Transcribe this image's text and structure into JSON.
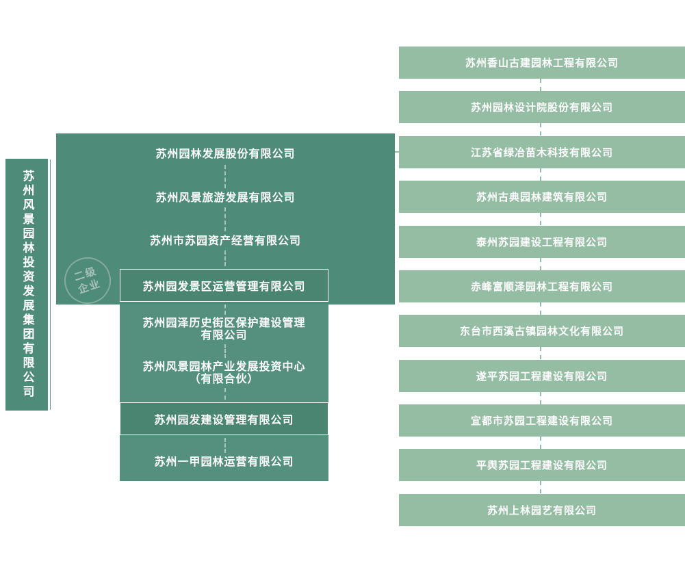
{
  "colors": {
    "dark_teal": "#4F8B79",
    "sub_panel_teal": "#55907E",
    "boxed_node_fill": "#4A8572",
    "light_green": "#94BDA4",
    "text": "#FFFFFF"
  },
  "group": {
    "label": "苏州风景园林投资发展集团有限公司"
  },
  "watermark": {
    "text": "二级\n企业"
  },
  "middle": {
    "items": [
      {
        "label": "苏州园林发展股份有限公司"
      },
      {
        "label": "苏州风景旅游发展有限公司"
      },
      {
        "label": "苏州市苏园资产经营有限公司"
      },
      {
        "label": "苏州园发景区运营管理有限公司"
      },
      {
        "label": "苏州园泽历史街区保护建设管理\n有限公司"
      },
      {
        "label": "苏州风景园林产业发展投资中心\n（有限合伙）"
      },
      {
        "label": "苏州园发建设管理有限公司"
      },
      {
        "label": "苏州一甲园林运营有限公司"
      }
    ]
  },
  "right": {
    "items": [
      {
        "label": "苏州香山古建园林工程有限公司"
      },
      {
        "label": "苏州园林设计院股份有限公司"
      },
      {
        "label": "江苏省绿冶苗木科技有限公司"
      },
      {
        "label": "苏州古典园林建筑有限公司"
      },
      {
        "label": "泰州苏园建设工程有限公司"
      },
      {
        "label": "赤峰富顺泽园林工程有限公司"
      },
      {
        "label": "东台市西溪古镇园林文化有限公司"
      },
      {
        "label": "遂平苏园工程建设有限公司"
      },
      {
        "label": "宜都市苏园工程建设有限公司"
      },
      {
        "label": "平舆苏园工程建设有限公司"
      },
      {
        "label": "苏州上林园艺有限公司"
      }
    ]
  }
}
